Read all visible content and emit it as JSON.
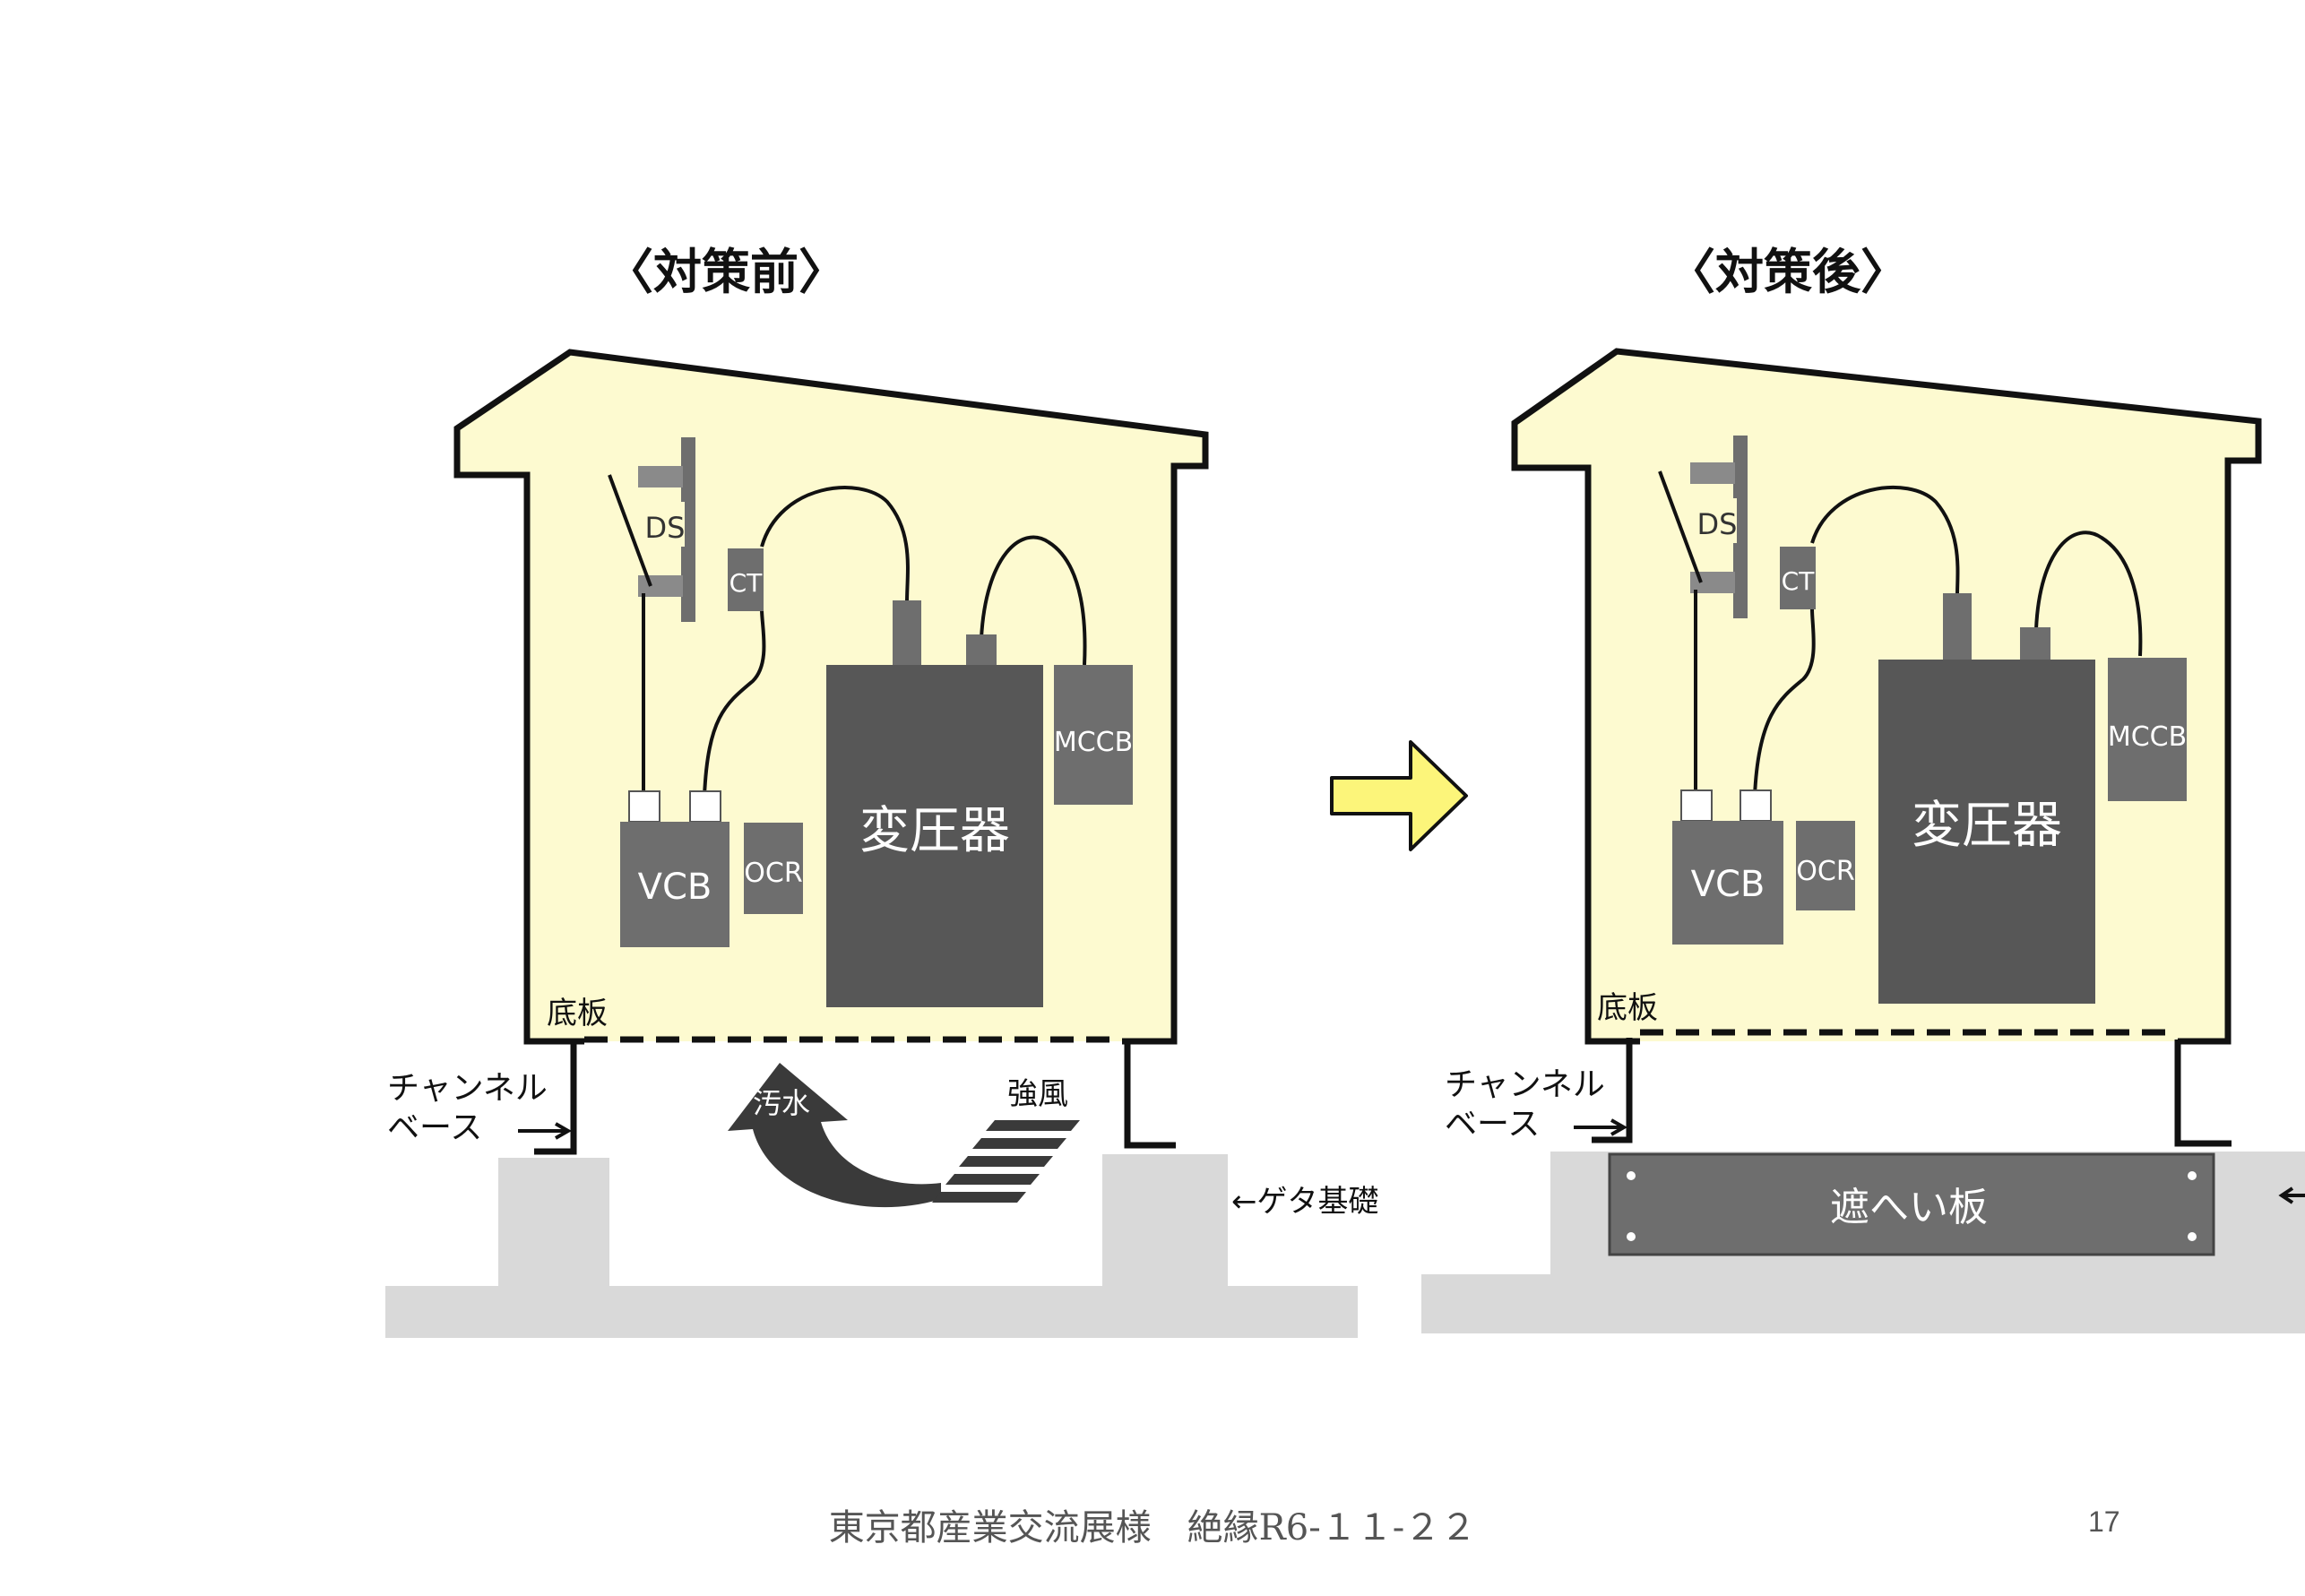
{
  "before": {
    "title": "〈対策前〉",
    "labels": {
      "ds": "DS",
      "ct": "CT",
      "vcb": "VCB",
      "ocr": "OCR",
      "transformer": "変圧器",
      "mccb": "MCCB",
      "floor_plate": "底板",
      "channel_base_1": "チャンネル",
      "channel_base_2": "ベース",
      "dirty_water": "汚水",
      "strong_wind": "強風",
      "geta_foundation": "←ゲタ基礎"
    }
  },
  "after": {
    "title": "〈対策後〉",
    "labels": {
      "ds": "DS",
      "ct": "CT",
      "vcb": "VCB",
      "ocr": "OCR",
      "transformer": "変圧器",
      "mccb": "MCCB",
      "floor_plate": "底板",
      "channel_base_1": "チャンネル",
      "channel_base_2": "ベース",
      "shield_plate": "遮へい板"
    }
  },
  "colors": {
    "housing": "#fdfad0",
    "component": "#6e6e6e",
    "transformer": "#575757",
    "foundation": "#d9d9d9",
    "arrow": "#fcf57a"
  },
  "footer": {
    "text": "東京都産業交流展様　絶縁R6-１１-２２",
    "page": "17"
  }
}
